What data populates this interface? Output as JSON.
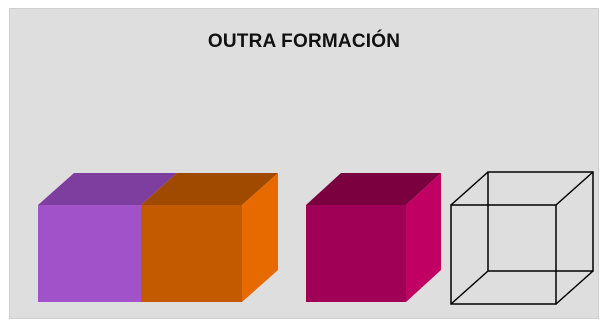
{
  "title": "OUTRA FORMACIÓN",
  "cubes": [
    {
      "name": "purple-cube",
      "front": "#a152c9",
      "top": "#7e3ea0",
      "side": "#8a44ad"
    },
    {
      "name": "orange-cube",
      "front": "#c45a00",
      "top": "#a04a00",
      "side": "#e66a00"
    },
    {
      "name": "crimson-cube",
      "front": "#a00055",
      "top": "#7a0040",
      "side": "#c00063"
    },
    {
      "name": "wireframe-cube",
      "stroke": "#000000"
    }
  ]
}
